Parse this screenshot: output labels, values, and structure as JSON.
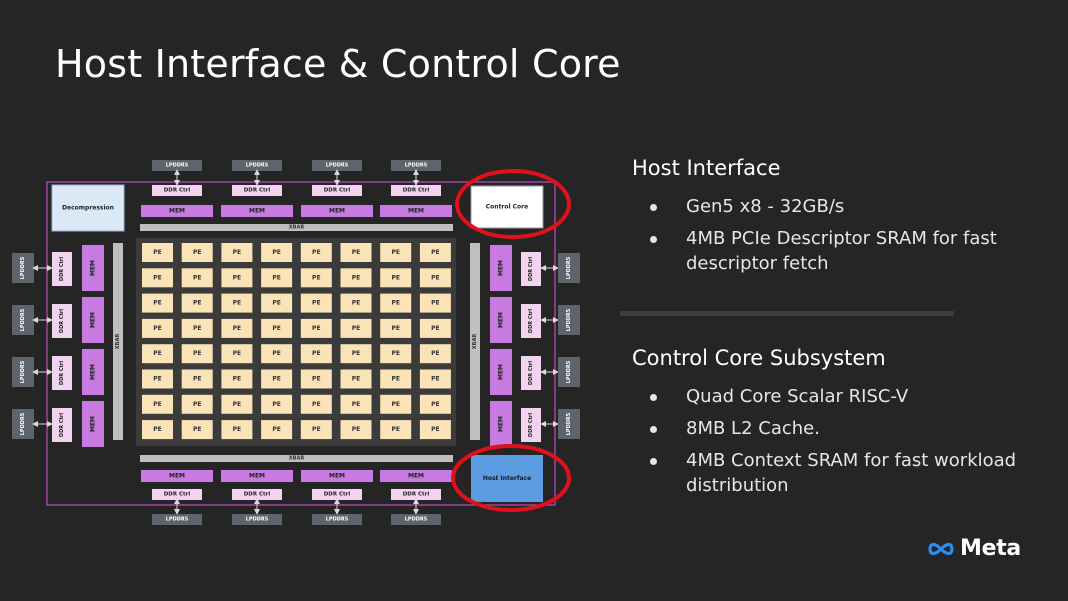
{
  "slide": {
    "title": "Host Interface & Control Core"
  },
  "diagram": {
    "lpddr_label": "LPDDR5",
    "ddr_ctrl_label": "DDR Ctrl",
    "mem_label": "MEM",
    "xbar_label": "XBAR",
    "pe_label": "PE",
    "decompression_label": "Decompression",
    "control_core_label": "Control Core",
    "host_interface_label": "Host Interface",
    "pe_rows": 8,
    "pe_cols": 8,
    "highlight_color": "#e0111b",
    "border_color": "#c04dc4"
  },
  "host_interface": {
    "title": "Host Interface",
    "bullets": [
      {
        "text": "Gen5 x8 - 32GB/s"
      },
      {
        "text": "4MB PCIe Descriptor SRAM for fast descriptor fetch"
      }
    ]
  },
  "control_core_subsystem": {
    "title": "Control Core Subsystem",
    "bullets": [
      {
        "text": "Quad Core Scalar RISC-V"
      },
      {
        "text": "8MB L2 Cache."
      },
      {
        "text": "4MB Context SRAM for fast workload distribution"
      }
    ]
  },
  "logo": {
    "text": "Meta",
    "icon": "meta-infinity-icon"
  }
}
